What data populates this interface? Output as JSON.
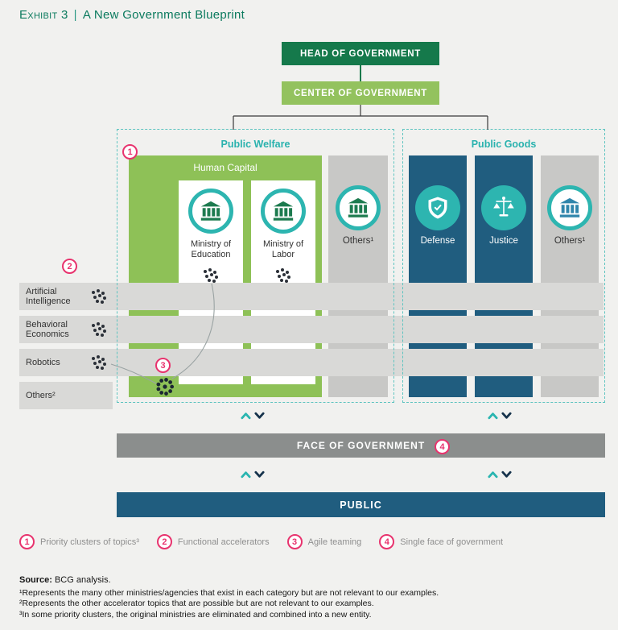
{
  "title": {
    "exhibit": "Exhibit 3",
    "divider": "|",
    "text": "A New Government Blueprint"
  },
  "hierarchy": {
    "head_of_government": "HEAD OF GOVERNMENT",
    "center_of_government": "CENTER OF GOVERNMENT"
  },
  "public_welfare": {
    "label": "Public Welfare",
    "cluster_label": "Human Capital",
    "ministries": [
      {
        "name": "Ministry of Education",
        "icon": "building-icon"
      },
      {
        "name": "Ministry of Labor",
        "icon": "building-icon"
      }
    ],
    "others_label": "Others¹"
  },
  "public_goods": {
    "label": "Public Goods",
    "columns": [
      {
        "name": "Defense",
        "icon": "shield-icon"
      },
      {
        "name": "Justice",
        "icon": "scales-icon"
      }
    ],
    "others_label": "Others¹"
  },
  "accelerators": [
    {
      "label": "Artificial Intelligence",
      "has_dots": true
    },
    {
      "label": "Behavioral Economics",
      "has_dots": true
    },
    {
      "label": "Robotics",
      "has_dots": true
    },
    {
      "label": "Others²",
      "has_dots": false
    }
  ],
  "markers": {
    "one": "1",
    "two": "2",
    "three": "3",
    "four": "4"
  },
  "bars": {
    "face_of_government": "FACE OF GOVERNMENT",
    "public": "PUBLIC"
  },
  "legend": [
    {
      "num": "1",
      "label": "Priority clusters of topics³"
    },
    {
      "num": "2",
      "label": "Functional accelerators"
    },
    {
      "num": "3",
      "label": "Agile teaming"
    },
    {
      "num": "4",
      "label": "Single face of government"
    }
  ],
  "footer": {
    "source_label": "Source:",
    "source_text": "BCG analysis.",
    "notes": [
      "¹Represents the many other ministries/agencies that exist in each category but are not relevant to our examples.",
      "²Represents the other accelerator topics that are possible but are not relevant to our examples.",
      "³In some priority clusters, the original ministries are eliminated and combined into a new entity."
    ]
  },
  "colors": {
    "background": "#f1f1ef",
    "dark_green": "#15794b",
    "light_green": "#93c25e",
    "block_green": "#8ec157",
    "teal_accent": "#2ab5b0",
    "dark_blue": "#205d7f",
    "band_gray": "#d9d9d7",
    "column_gray": "#c8c8c6",
    "face_gray": "#8b8e8d",
    "marker_pink": "#e8336e"
  }
}
